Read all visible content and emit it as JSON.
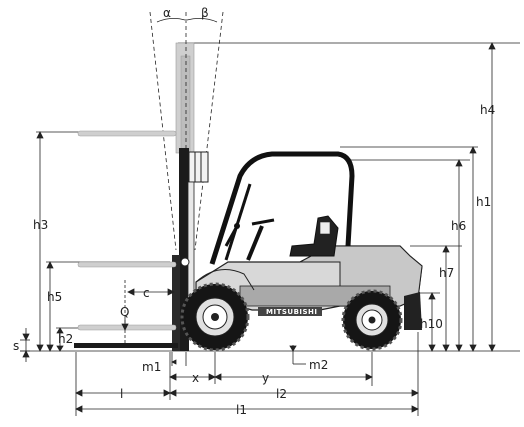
{
  "diagram": {
    "labels": {
      "alpha": "α",
      "beta": "β",
      "h1": "h1",
      "h2": "h2",
      "h3": "h3",
      "h4": "h4",
      "h5": "h5",
      "h6": "h6",
      "h7": "h7",
      "h10": "h10",
      "s": "s",
      "c": "c",
      "q": "Q",
      "m1": "m1",
      "m2": "m2",
      "x": "x",
      "y": "y",
      "l": "l",
      "l1": "l1",
      "l2": "l2"
    },
    "brand": "MITSUBISHI"
  },
  "colors": {
    "body": "#d8d8d8",
    "body_dark": "#b0b0b0",
    "mast": "#cfcfcf",
    "tire": "#151515",
    "line": "#222222"
  }
}
